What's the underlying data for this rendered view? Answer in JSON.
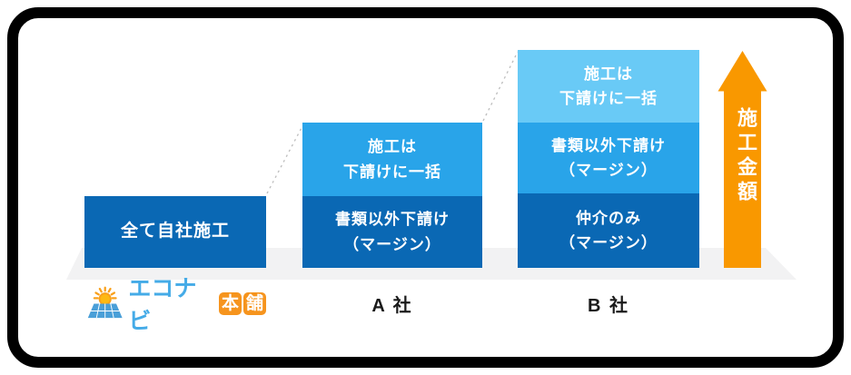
{
  "colors": {
    "dark_blue": "#0A68B4",
    "medium_blue": "#29A4E9",
    "light_blue": "#69CAF6",
    "arrow_orange": "#F99800",
    "floor_gray": "#F2F2F3",
    "dash_gray": "#BDBDBD",
    "frame_black": "#000000",
    "logo_blue": "#45ABE7",
    "logo_badge_orange": "#F6941D",
    "label_black": "#1A1A1A"
  },
  "chart_data": {
    "type": "bar",
    "stacked": true,
    "orientation": "vertical",
    "categories": [
      "エコナビ本舗",
      "A 社",
      "B 社"
    ],
    "ylabel": "施工金額",
    "axes_shown": false,
    "legend": false,
    "columns": [
      {
        "category": "エコナビ本舗",
        "segments_bottom_up": [
          {
            "label": "全て自社施工",
            "relative_value": 1,
            "color": "#0A68B4"
          }
        ],
        "total_relative": 1
      },
      {
        "category": "A 社",
        "segments_bottom_up": [
          {
            "label": "書類以外下請け（マージン）",
            "relative_value": 1,
            "color": "#0A68B4"
          },
          {
            "label": "施工は下請けに一括",
            "relative_value": 1,
            "color": "#29A4E9"
          }
        ],
        "total_relative": 2
      },
      {
        "category": "B 社",
        "segments_bottom_up": [
          {
            "label": "仲介のみ（マージン）",
            "relative_value": 1,
            "color": "#0A68B4"
          },
          {
            "label": "書類以外下請け（マージン）",
            "relative_value": 1,
            "color": "#29A4E9"
          },
          {
            "label": "施工は下請けに一括",
            "relative_value": 1,
            "color": "#69CAF6"
          }
        ],
        "total_relative": 3
      }
    ]
  },
  "display": {
    "columns": [
      {
        "label": "",
        "segments_top_down": [
          {
            "text": "全て自社施工"
          }
        ]
      },
      {
        "label": "A 社",
        "segments_top_down": [
          {
            "text": "施工は\n下請けに一括"
          },
          {
            "text": "書類以外下請け\n（マージン）"
          }
        ]
      },
      {
        "label": "B 社",
        "segments_top_down": [
          {
            "text": "施工は\n下請けに一括"
          },
          {
            "text": "書類以外下請け\n（マージン）"
          },
          {
            "text": "仲介のみ\n（マージン）"
          }
        ]
      }
    ]
  },
  "arrow": {
    "label": "施工金額"
  },
  "logo": {
    "text": "エコナビ",
    "badge_chars": [
      "本",
      "舗"
    ],
    "full_name": "エコナビ本舗"
  }
}
